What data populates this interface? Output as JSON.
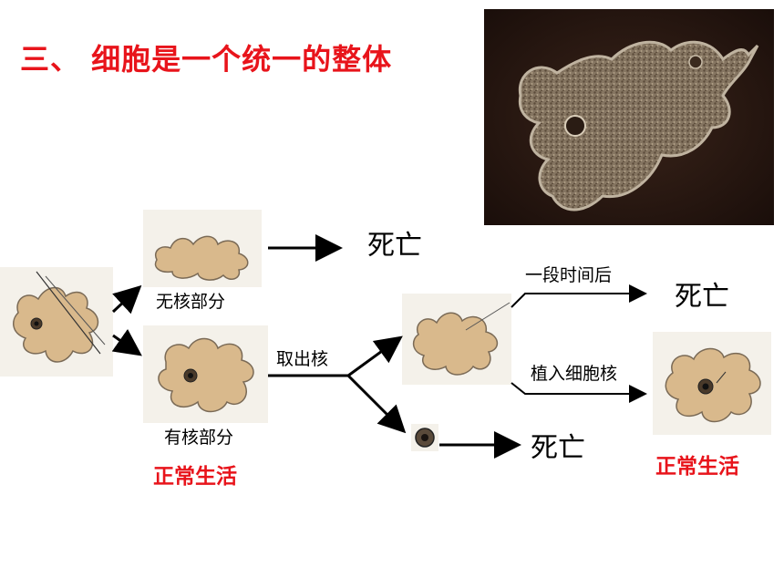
{
  "title": "三、 细胞是一个统一的整体",
  "labels": {
    "no_nucleus_part": "无核部分",
    "nucleus_part": "有核部分",
    "remove_nucleus": "取出核",
    "after_some_time": "一段时间后",
    "implant_nucleus": "植入细胞核",
    "death_1": "死亡",
    "death_2": "死亡",
    "death_3": "死亡",
    "normal_life_1": "正常生活",
    "normal_life_2": "正常生活"
  },
  "colors": {
    "title": "#e8141b",
    "highlight": "#e8141b",
    "cell_fill": "#d9b98c",
    "photo_bg": "#2a1a14"
  },
  "icons": {
    "photo": "amoeba-micrograph",
    "cells": [
      "amoeba-cut",
      "amoeba-without-nucleus",
      "amoeba-with-nucleus",
      "amoeba-enucleated",
      "isolated-nucleus",
      "amoeba-restored"
    ]
  }
}
